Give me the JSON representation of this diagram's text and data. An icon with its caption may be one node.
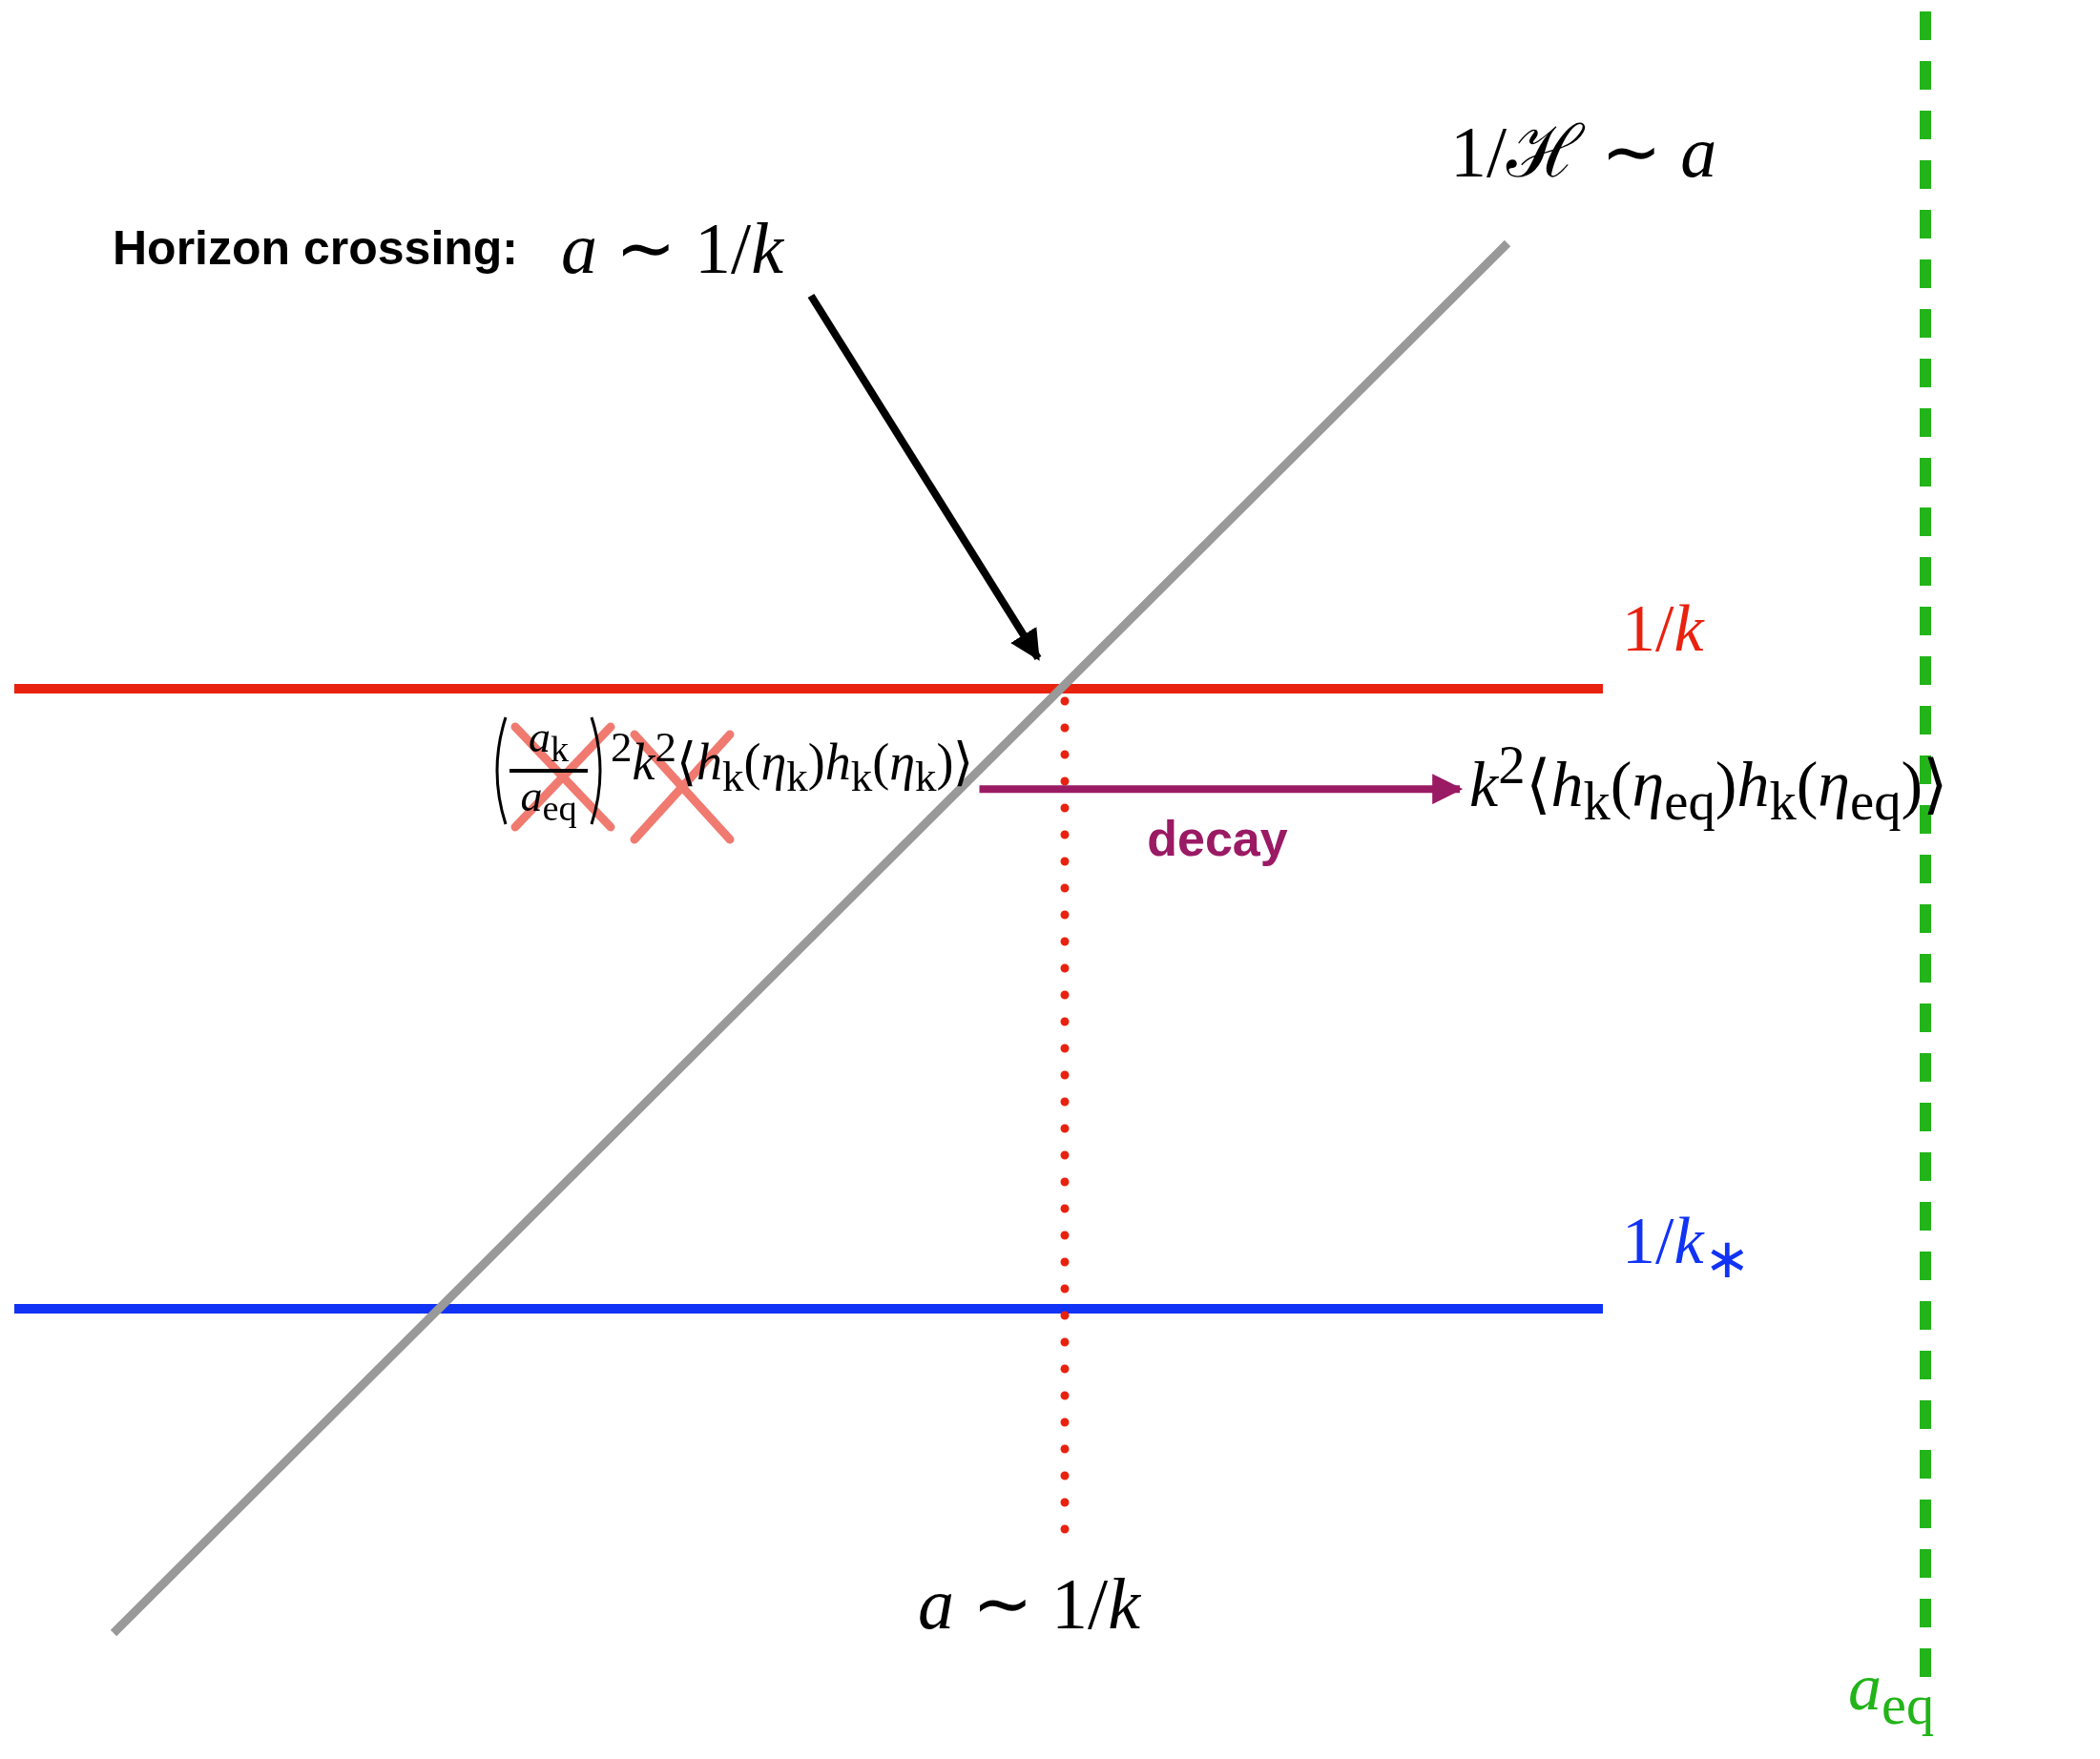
{
  "diagram": {
    "nodes": [
      {
        "text": [
          "Horizon crossing:",
          "*a* ∼ 1/*k*"
        ]
      },
      {
        "text": [
          "*a*$_{k}$",
          "*a*$_{eq}$",
          "$^{2}$*k*$^{2}$⟨*h*$_{k}$(*η*$_{k}$)*h*$_{k}$(*η*$_{k}$)⟩"
        ]
      },
      {
        "text": [
          "*k*$^{2}$⟨*h*$_{k}$(*η*$_{eq}$)*h*$_{k}$(*η*$_{eq}$)⟩"
        ]
      }
    ],
    "edges": [
      {
        "from": 0,
        "to": null,
        "arrow": "to"
      },
      {
        "from": 1,
        "to": 2,
        "arrow": "to",
        "label": "decay",
        "color": "#9b1a64"
      }
    ],
    "labels": [
      "1/ℋ ∼ *a*",
      "1/*k*",
      "1/*k*$_{∗}$",
      "*a* ∼ 1/*k*",
      "*a*$_{eq}$"
    ]
  }
}
